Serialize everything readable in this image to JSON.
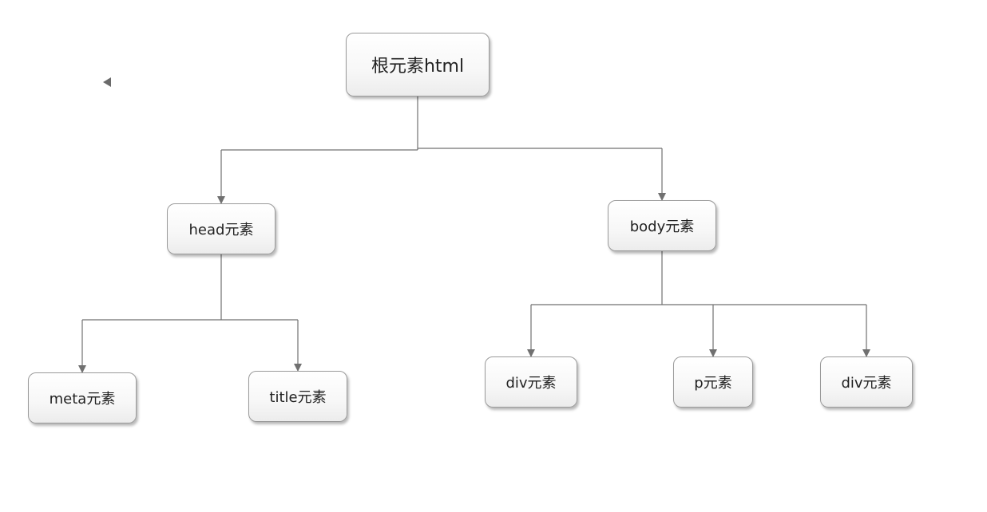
{
  "diagram": {
    "nodes": {
      "root": "根元素html",
      "head": "head元素",
      "body": "body元素",
      "meta": "meta元素",
      "title": "title元素",
      "div1": "div元素",
      "p": "p元素",
      "div2": "div元素"
    },
    "edges": [
      [
        "root",
        "head"
      ],
      [
        "root",
        "body"
      ],
      [
        "head",
        "meta"
      ],
      [
        "head",
        "title"
      ],
      [
        "body",
        "div1"
      ],
      [
        "body",
        "p"
      ],
      [
        "body",
        "div2"
      ]
    ]
  },
  "colors": {
    "connector": "#707070",
    "node_border": "#9a9a9a"
  }
}
